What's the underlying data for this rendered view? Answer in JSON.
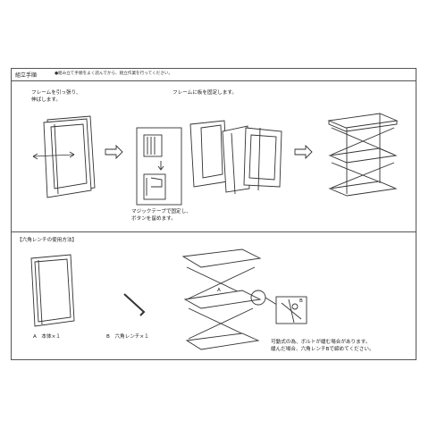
{
  "header": {
    "title": "組立手順",
    "note": "●組み立て手順をよく読んでから、組立作業を行ってください。"
  },
  "steps": {
    "step1_text": "フレームを引っ張り、\n伸ばします。",
    "step2_text": "フレームに板を固定します。",
    "step2_sub": "マジックテープで固定し、\nボタンを留めます。"
  },
  "wrench_section": {
    "title": "【六角レンチの使用方法】",
    "part_a": "A　本体×１",
    "part_b": "B　六角レンチ×１",
    "label_a": "A",
    "label_b": "B",
    "note": "可動式の為、ボルトが緩む場合があります。\n緩んだ場合、六角レンチBで締めてください。"
  }
}
